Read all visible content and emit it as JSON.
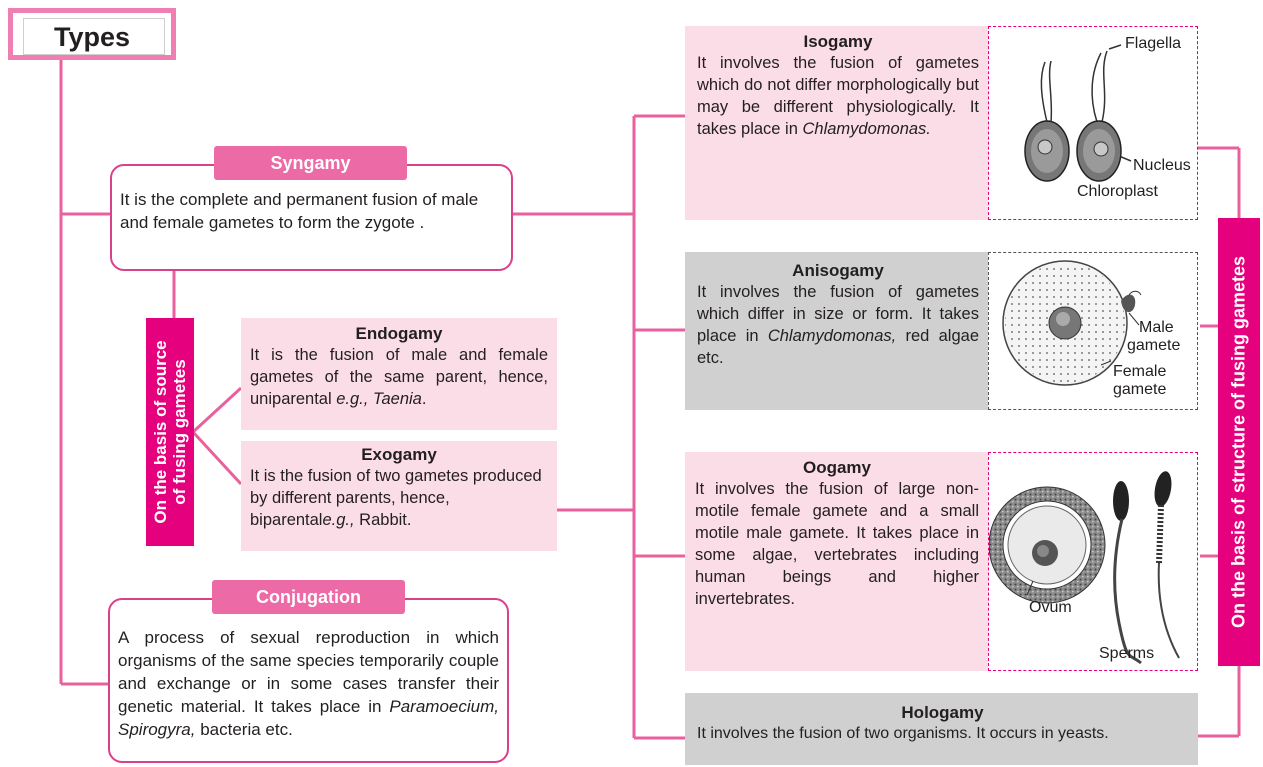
{
  "types_title": "Types",
  "syngamy": {
    "tag": "Syngamy",
    "text": "It is the complete and permanent fusion of male and female gametes to form the zygote ."
  },
  "source_label": {
    "line1": "On the basis of source",
    "line2": "of fusing gametes"
  },
  "endogamy": {
    "title": "Endogamy",
    "text": "It is the fusion of male and female gametes of the same parent, hence, uniparental ",
    "example": "e.g., Taenia",
    "end": "."
  },
  "exogamy": {
    "title": "Exogamy",
    "text": "It is the fusion of two gametes produced by different parents, hence, biparental",
    "example": "e.g.,",
    "end": " Rabbit."
  },
  "conjugation": {
    "tag": "Conjugation",
    "text": "A process of sexual reproduction in which organisms of the same species temporarily couple and exchange or in some cases transfer their genetic material. It takes place in ",
    "examples": "Paramoecium, Spirogyra,",
    "end": " bacteria etc."
  },
  "isogamy": {
    "title": "Isogamy",
    "text": "It involves the fusion of gametes which do not differ morphologically but may be different physiologically. It takes place in ",
    "example": "Chlamydomonas.",
    "labels": {
      "flagella": "Flagella",
      "nucleus": "Nucleus",
      "chloroplast": "Chloroplast"
    }
  },
  "anisogamy": {
    "title": "Anisogamy",
    "text": "It involves the fusion of gametes which differ in size or form. It takes place in ",
    "example": "Chlamydomonas,",
    "end": " red algae etc.",
    "labels": {
      "male_1": "Male",
      "male_2": "gamete",
      "female_1": "Female",
      "female_2": "gamete"
    }
  },
  "oogamy": {
    "title": "Oogamy",
    "text": "It involves the fusion of large non-motile female gamete and a small motile male gamete. It takes place in some algae, vertebrates including human beings and higher invertebrates.",
    "labels": {
      "ovum": "Ovum",
      "sperms": "Sperms"
    }
  },
  "hologamy": {
    "title": "Hologamy",
    "text": "It involves the fusion of two organisms. It occurs in yeasts."
  },
  "structure_label": "On the basis of structure of fusing gametes",
  "colors": {
    "line": "#e8609c",
    "tag": "#ec6aa6",
    "label_bg": "#e5007e",
    "pink_box": "#fbdde8",
    "grey_box": "#d0d0d1"
  }
}
